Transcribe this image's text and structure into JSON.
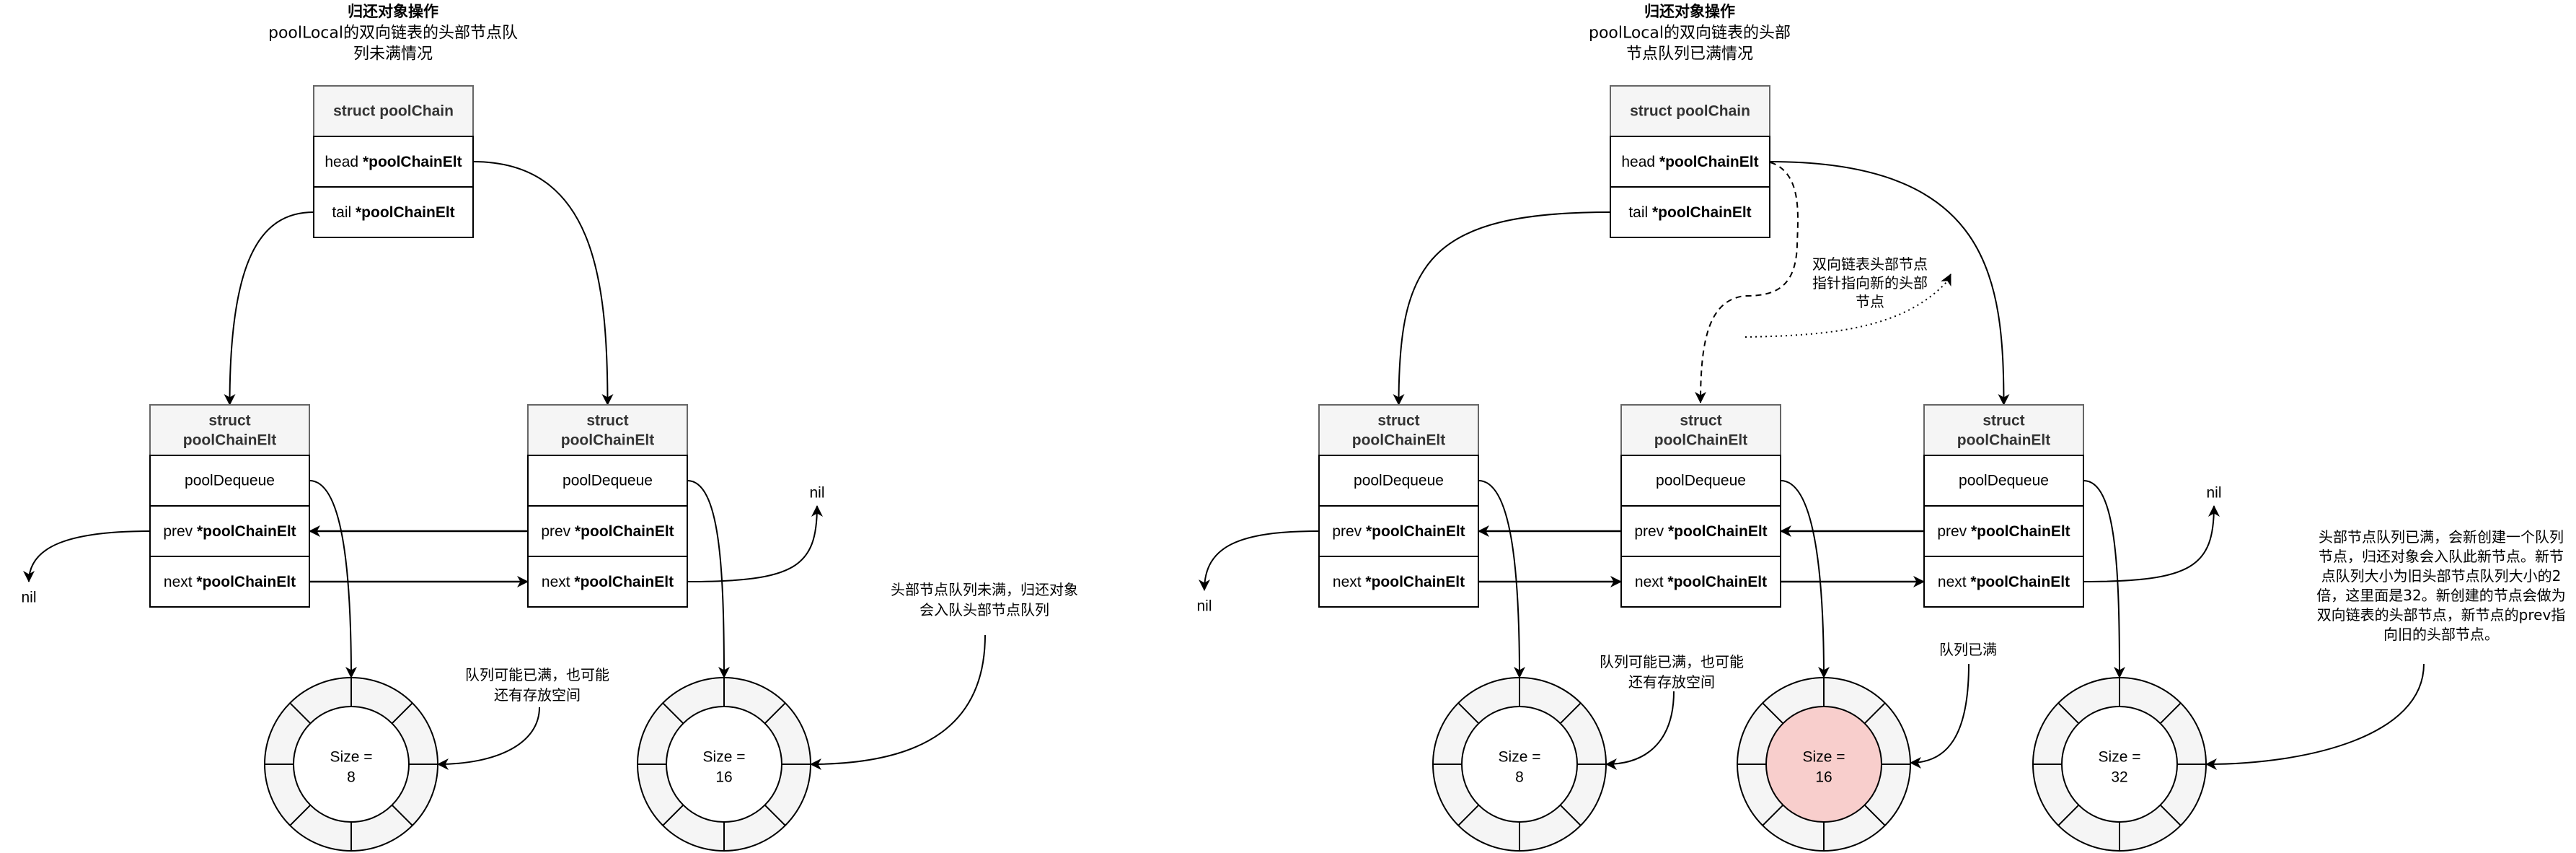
{
  "colors": {
    "header_fill": "#f5f5f5",
    "header_stroke": "#666666",
    "ring_fill": "#f5f5f5",
    "full_queue_fill": "#f8cecc",
    "line": "#000000"
  },
  "panels": [
    {
      "id": "left",
      "title_line1": "归还对象操作",
      "title_line2": "poolLocal的双向链表的头部节点队",
      "title_line3": "列未满情况",
      "pool_chain": {
        "header": "struct  poolChain",
        "head_label": "head ",
        "head_type": "*poolChainElt",
        "tail_label": "tail ",
        "tail_type": "*poolChainElt"
      },
      "elements": [
        {
          "header_line1": "struct",
          "header_line2": "poolChainElt",
          "dequeue": "poolDequeue",
          "prev_label": "prev ",
          "prev_type": "*poolChainElt",
          "next_label": "next ",
          "next_type": "*poolChainElt",
          "queue_size_line1": "Size =",
          "queue_size_line2": "8",
          "queue_full": false
        },
        {
          "header_line1": "struct",
          "header_line2": "poolChainElt",
          "dequeue": "poolDequeue",
          "prev_label": "prev ",
          "prev_type": "*poolChainElt",
          "next_label": "next ",
          "next_type": "*poolChainElt",
          "queue_size_line1": "Size =",
          "queue_size_line2": "16",
          "queue_full": false
        }
      ],
      "nil_prev": "nil",
      "nil_next": "nil",
      "notes": [
        {
          "lines": [
            "队列可能已满，也可能",
            "还有存放空间"
          ]
        },
        {
          "lines": [
            "头部节点队列未满，归还对象",
            "会入队头部节点队列"
          ]
        }
      ]
    },
    {
      "id": "right",
      "title_line1": "归还对象操作",
      "title_line2": "poolLocal的双向链表的头部",
      "title_line3": "节点队列已满情况",
      "pool_chain": {
        "header": "struct  poolChain",
        "head_label": "head ",
        "head_type": "*poolChainElt",
        "tail_label": "tail ",
        "tail_type": "*poolChainElt"
      },
      "elements": [
        {
          "header_line1": "struct",
          "header_line2": "poolChainElt",
          "dequeue": "poolDequeue",
          "prev_label": "prev ",
          "prev_type": "*poolChainElt",
          "next_label": "next ",
          "next_type": "*poolChainElt",
          "queue_size_line1": "Size =",
          "queue_size_line2": "8",
          "queue_full": false
        },
        {
          "header_line1": "struct",
          "header_line2": "poolChainElt",
          "dequeue": "poolDequeue",
          "prev_label": "prev ",
          "prev_type": "*poolChainElt",
          "next_label": "next ",
          "next_type": "*poolChainElt",
          "queue_size_line1": "Size =",
          "queue_size_line2": "16",
          "queue_full": true
        },
        {
          "header_line1": "struct",
          "header_line2": "poolChainElt",
          "dequeue": "poolDequeue",
          "prev_label": "prev ",
          "prev_type": "*poolChainElt",
          "next_label": "next ",
          "next_type": "*poolChainElt",
          "queue_size_line1": "Size =",
          "queue_size_line2": "32",
          "queue_full": false
        }
      ],
      "nil_prev": "nil",
      "nil_next": "nil",
      "notes": [
        {
          "lines": [
            "队列可能已满，也可能",
            "还有存放空间"
          ]
        },
        {
          "lines": [
            "队列已满"
          ]
        },
        {
          "lines": [
            "头部节点队列已满，会新创建一个队列",
            "节点，归还对象会入队此新节点。新节",
            "点队列大小为旧头部节点队列大小的2",
            "倍，这里面是32。新创建的节点会做为",
            "双向链表的头部节点，新节点的prev指",
            "向旧的头部节点。"
          ]
        },
        {
          "lines": [
            "双向链表头部节点",
            "指针指向新的头部",
            "节点"
          ]
        }
      ]
    }
  ]
}
